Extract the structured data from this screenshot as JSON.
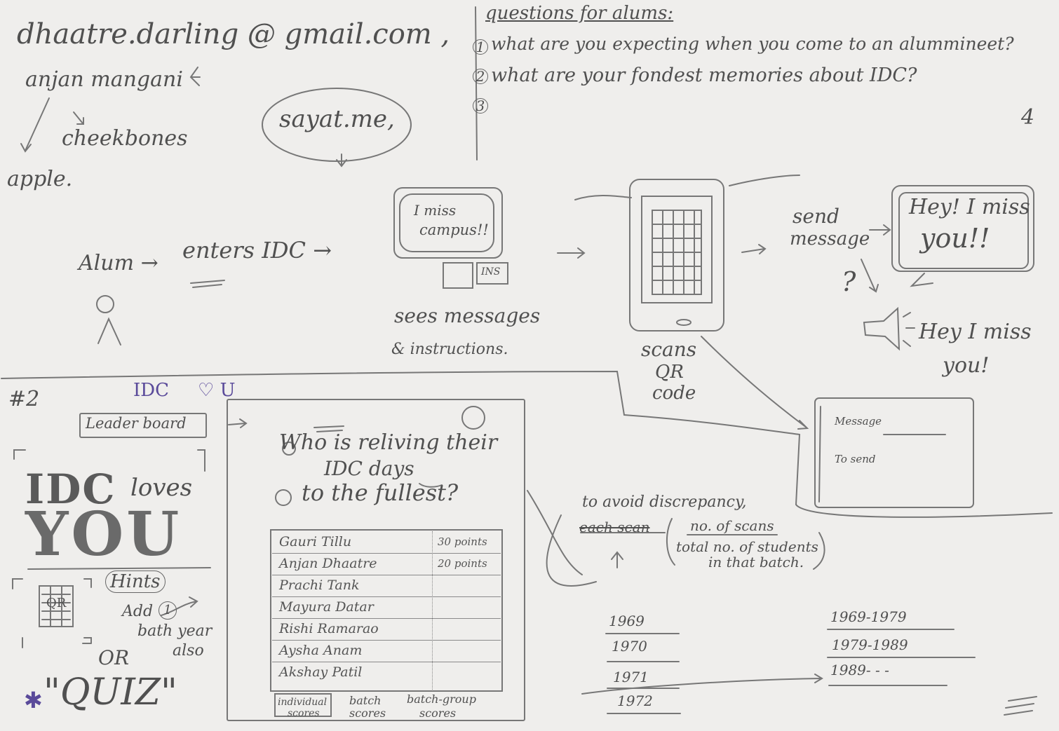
{
  "notes": {
    "email": "dhaatre.darling @ gmail.com ,",
    "anjan": "anjan mangani",
    "cheekbones": "cheekbones",
    "apple": "apple.",
    "sayat": "sayat.me,"
  },
  "questions": {
    "title": "questions for alums:",
    "q1_num": "1",
    "q1": "what are you expecting when you come to an alummineet?",
    "q2_num": "2",
    "q2": "what are your fondest memories about IDC?",
    "q3_num": "3",
    "corner_mark": "4"
  },
  "flow": {
    "alum": "Alum →",
    "enters": "enters IDC →",
    "screen_msg_1": "I miss",
    "screen_msg_2": "campus!!",
    "ins": "INS",
    "sees_1": "sees messages",
    "sees_2": "& instructions.",
    "scans_1": "scans",
    "scans_2": "QR",
    "scans_3": "code",
    "send_1": "send",
    "send_2": "message",
    "question_mark": "?",
    "bubble_1": "Hey! I miss",
    "bubble_2": "you!!",
    "audio_1": "Hey I miss",
    "audio_2": "you!"
  },
  "form": {
    "message_label": "Message",
    "tosend_label": "To send"
  },
  "section2": {
    "number": "#2",
    "idc": "IDC",
    "loves_u": "♡ U",
    "leaderboard_tab": "Leader board",
    "poster_idc": "IDC",
    "poster_loves": "loves",
    "poster_you": "YOU",
    "qr_text": "QR",
    "hints": "Hints",
    "add_text": "Add",
    "add_num": "1",
    "batch_1": "bath year",
    "batch_2": "also",
    "or": "OR",
    "quiz": "\"QUIZ\""
  },
  "leaderboard": {
    "heading_1": "Who is reliving their",
    "heading_2": "IDC days",
    "heading_3": "to the fullest?",
    "rows": [
      {
        "name": "Gauri Tillu",
        "points": "30 points"
      },
      {
        "name": "Anjan Dhaatre",
        "points": "20 points"
      },
      {
        "name": "Prachi Tank",
        "points": ""
      },
      {
        "name": "Mayura Datar",
        "points": ""
      },
      {
        "name": "Rishi Ramarao",
        "points": ""
      },
      {
        "name": "Aysha Anam",
        "points": ""
      },
      {
        "name": "Akshay Patil",
        "points": ""
      }
    ],
    "tab_1a": "individual",
    "tab_1b": "scores",
    "tab_2a": "batch",
    "tab_2b": "scores",
    "tab_3a": "batch-group",
    "tab_3b": "scores"
  },
  "discrepancy": {
    "note": "to avoid discrepancy,",
    "struck": "each scan",
    "numerator": "no. of scans",
    "denominator_1": "total no. of students",
    "denominator_2": "in that batch."
  },
  "years": [
    "1969",
    "1970",
    "1971",
    "1972"
  ],
  "year_groups": [
    "1969-1979",
    "1979-1989",
    "1989- - -"
  ]
}
